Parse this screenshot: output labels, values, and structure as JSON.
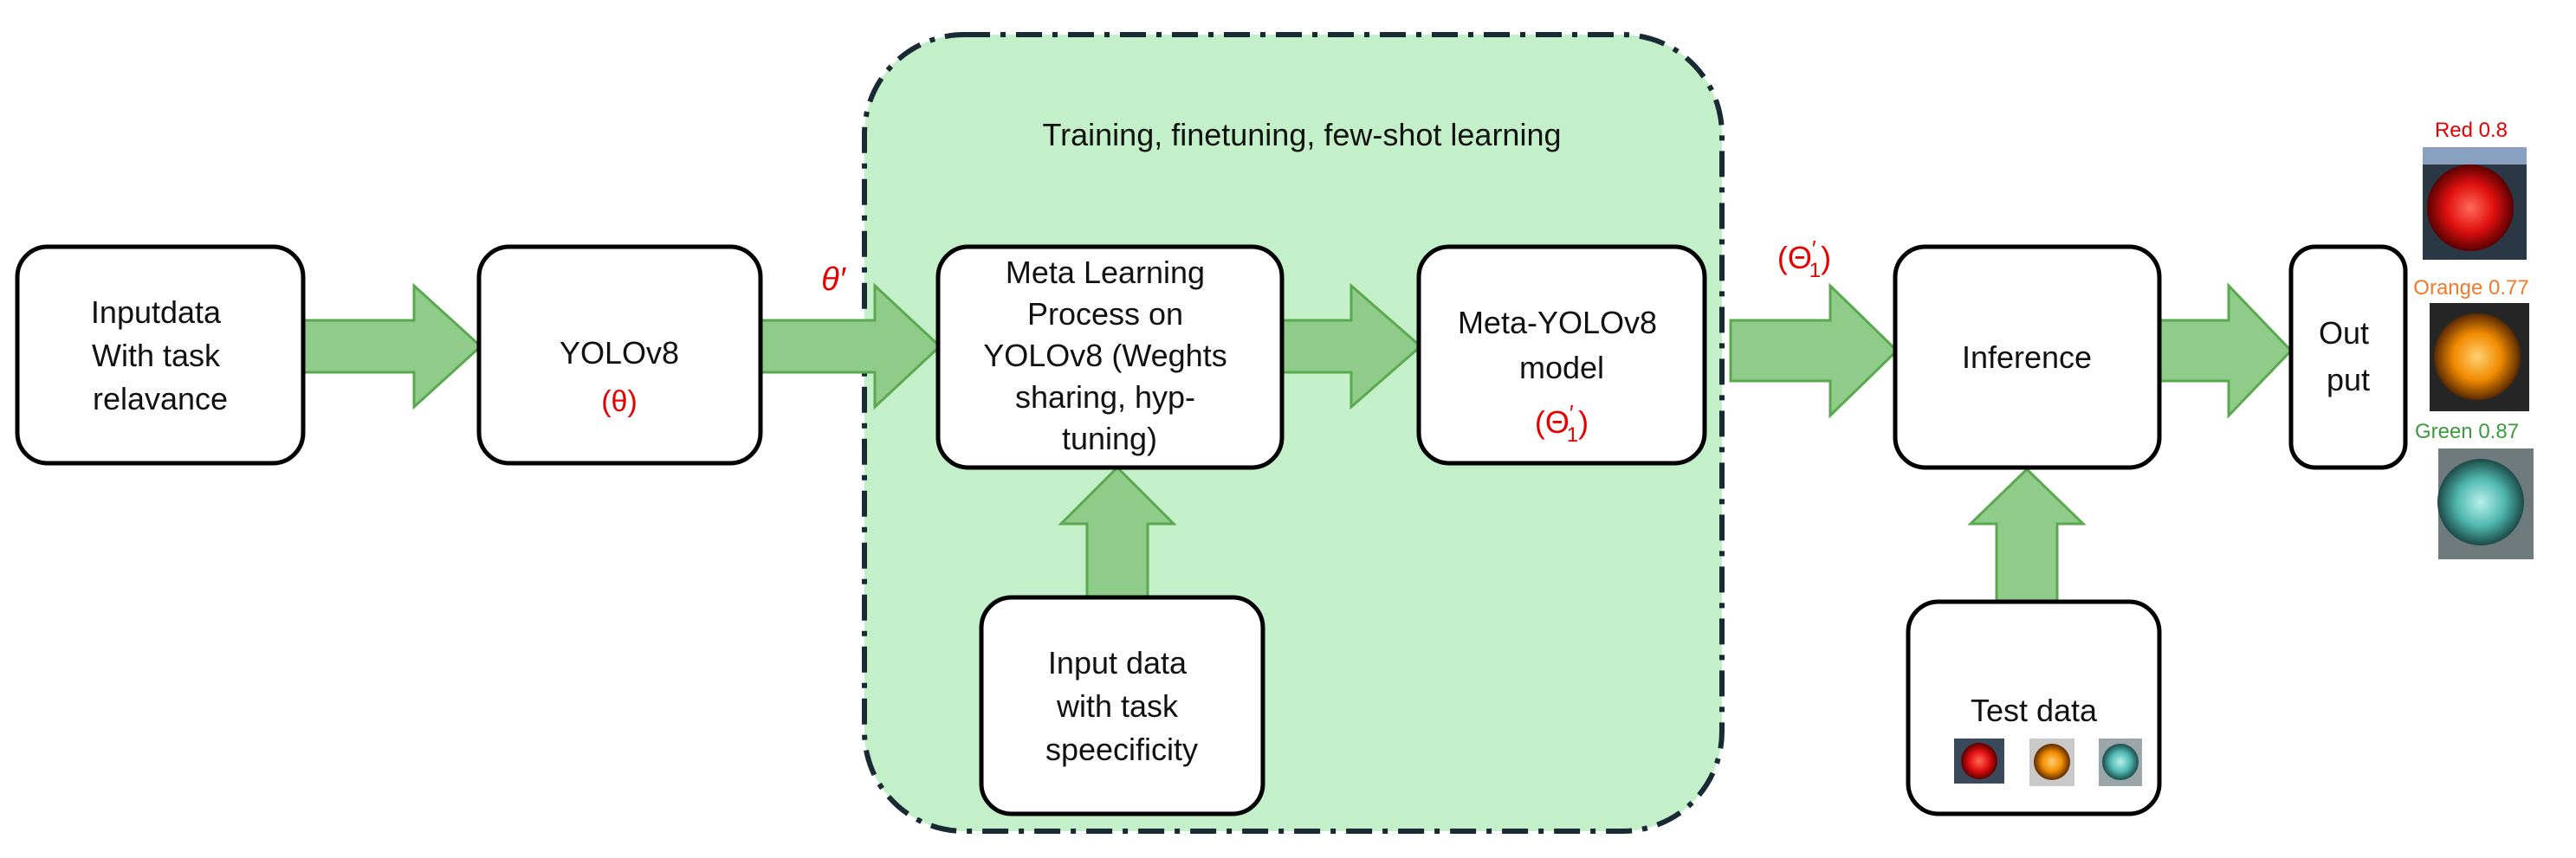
{
  "region": {
    "label": "Training, finetuning, few-shot learning",
    "fill": "#c3f0c8",
    "border": "#1a2a35"
  },
  "nodes": {
    "input": {
      "lines": [
        "Inputdata",
        "With task",
        "relavance"
      ]
    },
    "yolo": {
      "label": "YOLOv8",
      "param": "(θ)"
    },
    "meta_process": {
      "lines": [
        "Meta Learning",
        "Process on",
        "YOLOv8 (Weghts",
        "sharing, hyp-",
        "tuning)"
      ]
    },
    "meta_model": {
      "lines": [
        "Meta-YOLOv8",
        "model"
      ],
      "param_main": "(Θ",
      "param_sup": "′",
      "param_sub": "1",
      "param_close": ")"
    },
    "task_data": {
      "lines": [
        "Input data",
        "with task",
        "speecificity"
      ]
    },
    "inference": {
      "label": "Inference"
    },
    "test": {
      "label": "Test data"
    },
    "output": {
      "lines": [
        "Out",
        "put"
      ]
    }
  },
  "edge_labels": {
    "theta_prime": "θ′",
    "theta1_main": "(Θ",
    "theta1_sup": "′",
    "theta1_sub": "1",
    "theta1_close": ")"
  },
  "detections": [
    {
      "label": "Red 0.8",
      "color": "#e60000",
      "light": "red"
    },
    {
      "label": "Orange 0.77",
      "color": "#f07a2a",
      "light": "orange"
    },
    {
      "label": "Green 0.87",
      "color": "#3c9a3c",
      "light": "green"
    }
  ],
  "colors": {
    "arrow_fill": "#8fcc8a",
    "arrow_stroke": "#5aa84f",
    "param_red": "#e60000"
  }
}
